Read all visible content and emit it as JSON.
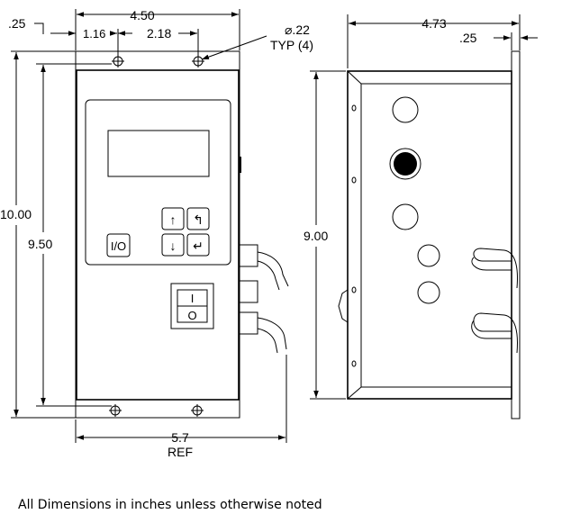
{
  "front_view": {
    "dim_width": "4.50",
    "dim_offset": ".25",
    "dim_hole_offset": "1.16",
    "dim_hole_spacing": "2.18",
    "dim_hole_dia": "⌀.22",
    "dim_hole_qty": "TYP (4)",
    "dim_height_total": "10.00",
    "dim_height_inner": "9.50",
    "dim_ref_width": "5.7",
    "dim_ref_label": "REF",
    "key_power": "I/O",
    "key_up": "↑",
    "key_down": "↓",
    "key_back": "↰",
    "key_enter": "↵",
    "switch_on": "I",
    "switch_off": "O"
  },
  "side_view": {
    "dim_depth": "4.73",
    "dim_flange": ".25",
    "dim_height": "9.00"
  },
  "note": "All Dimensions in inches unless otherwise noted"
}
